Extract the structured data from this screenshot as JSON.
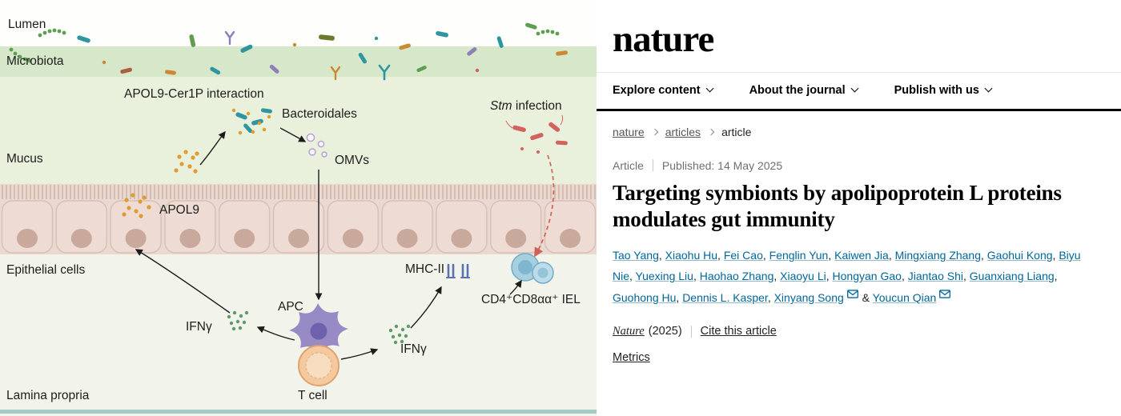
{
  "figure": {
    "labels": {
      "lumen": "Lumen",
      "microbiota": "Microbiota",
      "apol9_cer1p": "APOL9-Cer1P interaction",
      "bacteroidales": "Bacteroidales",
      "omvs": "OMVs",
      "stm_abbr": "Stm",
      "stm_rest": " infection",
      "mucus": "Mucus",
      "apol9": "APOL9",
      "epithelial_cells": "Epithelial cells",
      "mhc2": "MHC-II",
      "iel": "CD4⁺CD8αα⁺ IEL",
      "ifng_left": "IFNγ",
      "apc": "APC",
      "ifng_right": "IFNγ",
      "t_cell": "T cell",
      "lamina_propria": "Lamina propria"
    },
    "colors": {
      "microbiota_band": "#d6e8c9",
      "mucus": "#e9f1dd",
      "epithelium": "#eedcd4",
      "stm_red": "#d2625c",
      "apol9_orange": "#e09b33",
      "ifng_green": "#5d9b6a"
    }
  },
  "site": {
    "logo": "nature",
    "nav": [
      {
        "label": "Explore content"
      },
      {
        "label": "About the journal"
      },
      {
        "label": "Publish with us"
      }
    ],
    "breadcrumb": [
      {
        "label": "nature"
      },
      {
        "label": "articles"
      },
      {
        "label": "article"
      }
    ],
    "article": {
      "type": "Article",
      "published": "Published: 14 May 2025",
      "title": "Targeting symbionts by apolipoprotein L proteins modulates gut immunity",
      "authors": [
        {
          "name": "Tao Yang"
        },
        {
          "name": "Xiaohu Hu"
        },
        {
          "name": "Fei Cao"
        },
        {
          "name": "Fenglin Yun"
        },
        {
          "name": "Kaiwen Jia"
        },
        {
          "name": "Mingxiang Zhang"
        },
        {
          "name": "Gaohui Kong"
        },
        {
          "name": "Biyu Nie"
        },
        {
          "name": "Yuexing Liu"
        },
        {
          "name": "Haohao Zhang"
        },
        {
          "name": "Xiaoyu Li"
        },
        {
          "name": "Hongyan Gao"
        },
        {
          "name": "Jiantao Shi"
        },
        {
          "name": "Guanxiang Liang"
        },
        {
          "name": "Guohong Hu"
        },
        {
          "name": "Dennis L. Kasper"
        },
        {
          "name": "Xinyang Song",
          "email": true
        },
        {
          "name": "Youcun Qian",
          "email": true
        }
      ],
      "journal": "Nature",
      "year": "(2025)",
      "cite_link": "Cite this article",
      "metrics_link": "Metrics"
    },
    "colors": {
      "link_blue": "#006699"
    }
  }
}
